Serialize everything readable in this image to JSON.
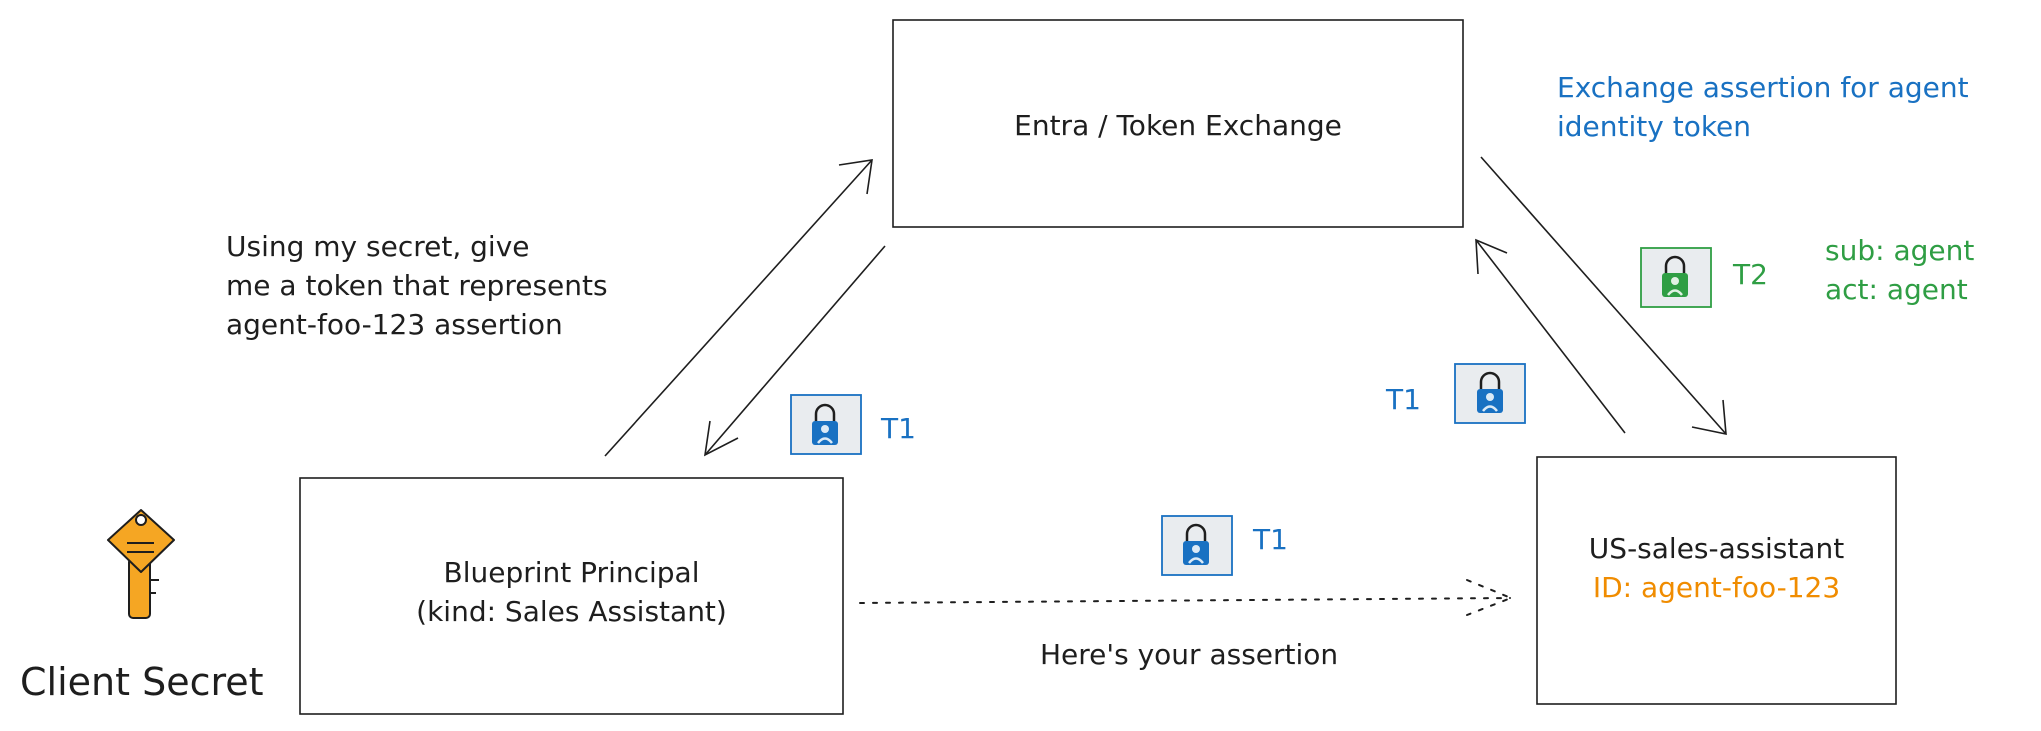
{
  "colors": {
    "stroke": "#1e1e1e",
    "blue": "#1971c2",
    "green": "#2f9e44",
    "orange": "#f08c00",
    "key_fill": "#f5a623",
    "token_fill": "#e9ecef"
  },
  "icons": {
    "key": "key-icon",
    "token_lock": "lock-icon"
  },
  "entra": {
    "title": "Entra / Token Exchange"
  },
  "blueprint": {
    "line1": "Blueprint Principal",
    "line2": "(kind: Sales Assistant)"
  },
  "agent": {
    "name": "US-sales-assistant",
    "id": "ID: agent-foo-123"
  },
  "client_secret": {
    "label": "Client Secret"
  },
  "annotations": {
    "request": [
      "Using my secret, give",
      "me a token that represents",
      "agent-foo-123 assertion"
    ],
    "exchange": [
      "Exchange assertion for agent",
      "identity token"
    ],
    "handoff": "Here's your assertion"
  },
  "tokens": {
    "t1_return": "T1",
    "t1_handoff": "T1",
    "t1_exchange": "T1",
    "t2": "T2"
  },
  "t2_claims": [
    "sub: agent",
    "act: agent"
  ]
}
